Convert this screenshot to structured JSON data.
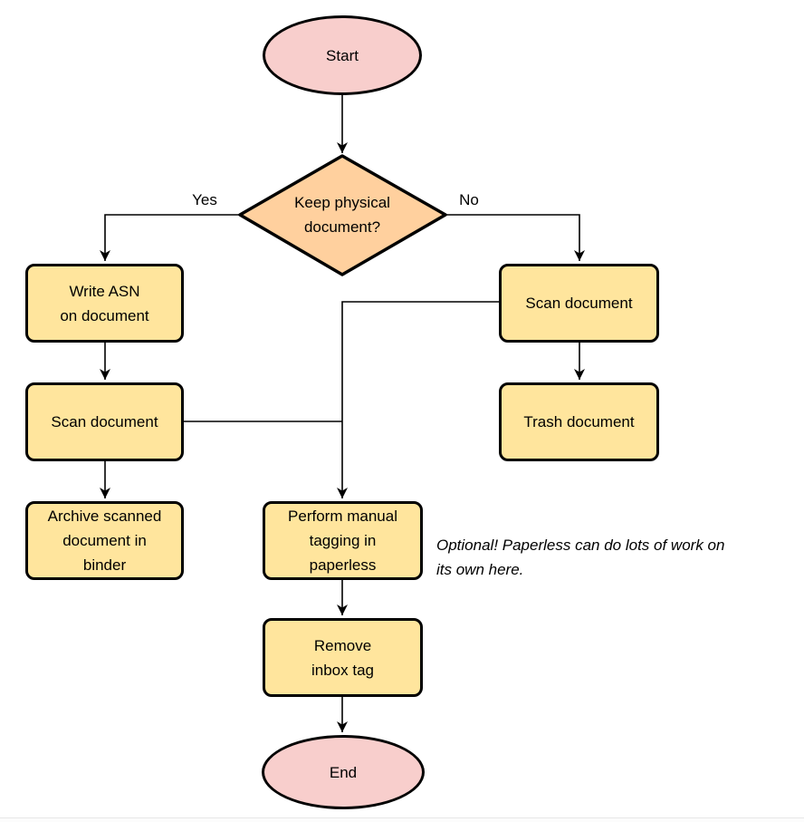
{
  "colors": {
    "terminator_fill": "#f8cecc",
    "decision_fill": "#ffd09e",
    "process_fill": "#ffe59d",
    "stroke": "#000000"
  },
  "nodes": {
    "start": {
      "label": "Start",
      "type": "terminator"
    },
    "decision": {
      "label": "Keep physical\ndocument?",
      "type": "decision"
    },
    "write_asn": {
      "label": "Write ASN\non document",
      "type": "process"
    },
    "scan_left": {
      "label": "Scan document",
      "type": "process"
    },
    "archive": {
      "label": "Archive scanned\ndocument in\nbinder",
      "type": "process"
    },
    "scan_right": {
      "label": "Scan document",
      "type": "process"
    },
    "trash": {
      "label": "Trash document",
      "type": "process"
    },
    "tagging": {
      "label": "Perform manual\ntagging in\npaperless",
      "type": "process"
    },
    "remove_inbox": {
      "label": "Remove\ninbox tag",
      "type": "process"
    },
    "end": {
      "label": "End",
      "type": "terminator"
    }
  },
  "edge_labels": {
    "yes": "Yes",
    "no": "No"
  },
  "annotation": {
    "text": "Optional! Paperless can do lots of work on\nits own here."
  }
}
